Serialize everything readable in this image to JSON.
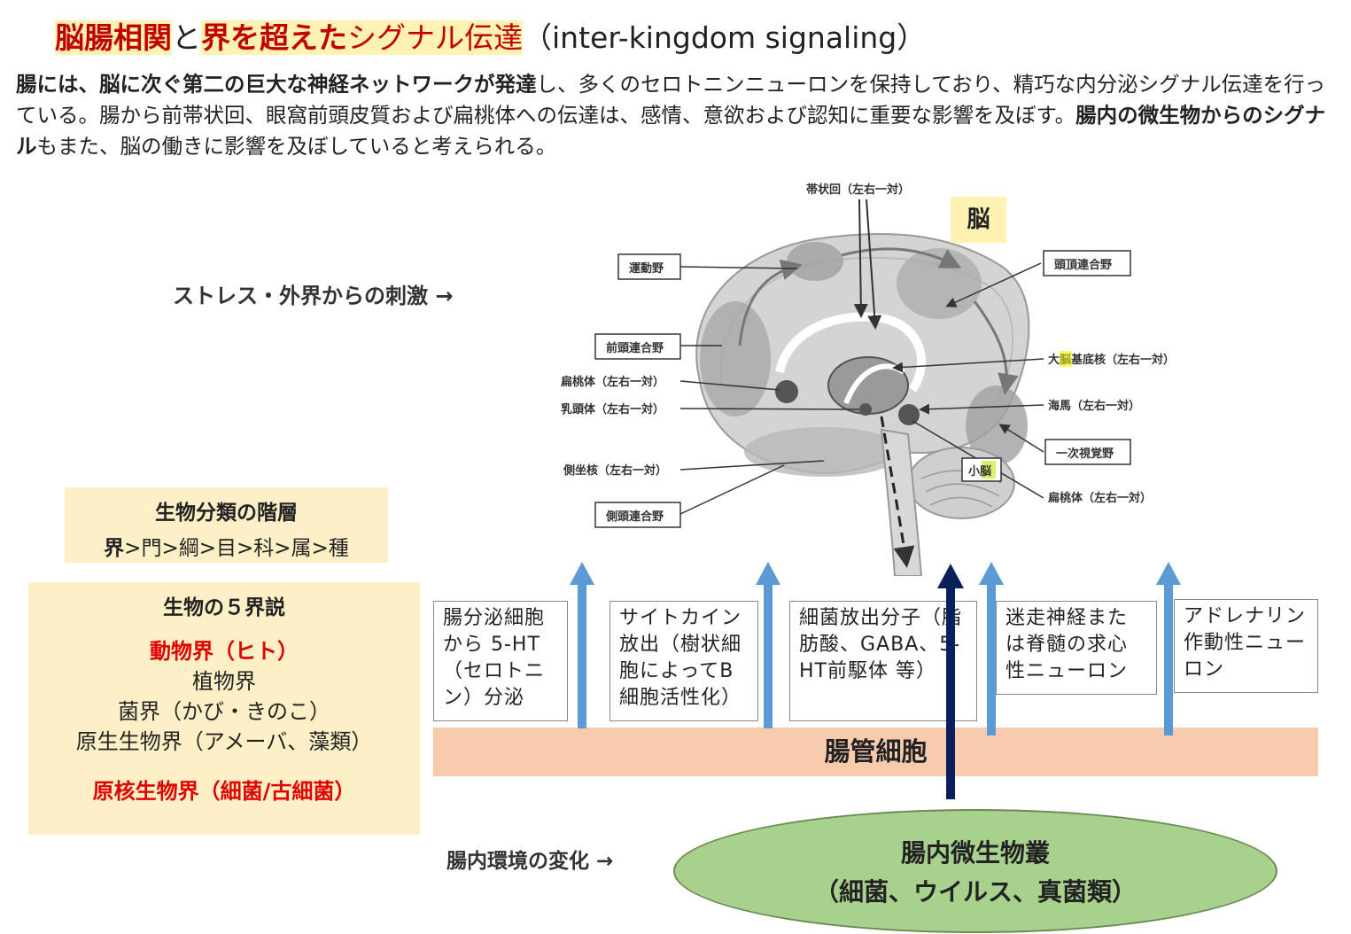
{
  "title": {
    "part1": "脳腸相関",
    "part2": "と",
    "part3": "界を超えた",
    "part4": "シグナル伝達",
    "part5": "（inter-kingdom signaling）"
  },
  "intro": {
    "b1": "腸には、脳に次ぐ第二の巨大な神経ネットワークが発達",
    "t1": "し、多くのセロトニンニューロンを保持しており、精巧な内分泌シグナル伝達を行っている。腸から前帯状回、眼窩前頭皮質および扁桃体への伝達は、感情、意欲および認知に重要な影響を及ぼす。",
    "b2": "腸内の微生物からのシグナル",
    "t2": "もまた、脳の働きに影響を及ぼしていると考えられる。"
  },
  "stress": "ストレス・外界からの刺激 →",
  "brain": {
    "title": "脳",
    "labels": {
      "cingulate": "帯状回（左右一対）",
      "motor": "運動野",
      "parietal": "頭頂連合野",
      "prefrontal": "前頭連合野",
      "amygdala_l": "扁桃体（左右一対）",
      "mammillary": "乳頭体（左右一対）",
      "basal_pre": "大",
      "basal_hl": "脳",
      "basal_post": "基底核（左右一対）",
      "hippocampus": "海馬（左右一対）",
      "visual": "一次視覚野",
      "accumbens": "側坐核（左右一対）",
      "cerebellum_pre": "小",
      "cerebellum_hl": "脳",
      "amygdala_r": "扁桃体（左右一対）",
      "temporal": "側頭連合野"
    }
  },
  "hierarchy": {
    "title": "生物分類の階層",
    "first": "界",
    "rest": ">門>綱>目>科>属>種"
  },
  "five_kingdoms": {
    "title": "生物の５界説",
    "animal": "動物界（ヒト）",
    "plant": "植物界",
    "fungi": "菌界（かび・きのこ）",
    "protist": "原生生物界（アメーバ、藻類）",
    "prokaryote": "原核生物界（細菌/古細菌）"
  },
  "signals": [
    "腸分泌細胞から 5-HT（セロトニン）分泌",
    "サイトカイン放出（樹状細胞によってB細胞活性化）",
    "細菌放出分子（脂肪酸、GABA、5-HT前駆体 等）",
    "迷走神経または脊髄の求心性ニューロン",
    "アドレナリン作動性ニューロン"
  ],
  "gut_cells": "腸管細胞",
  "env_change": "腸内環境の変化 →",
  "microbiota": {
    "line1": "腸内微生物叢",
    "line2": "（細菌、ウイルス、真菌類）"
  },
  "colors": {
    "accent_red": "#c00000",
    "highlight": "#fff2b3",
    "panel": "#fdf0c7",
    "gut": "#f7cbac",
    "microbiota": "#a9d18e",
    "arrow_light": "#5b9bd5",
    "arrow_dark": "#0b1f5c"
  }
}
